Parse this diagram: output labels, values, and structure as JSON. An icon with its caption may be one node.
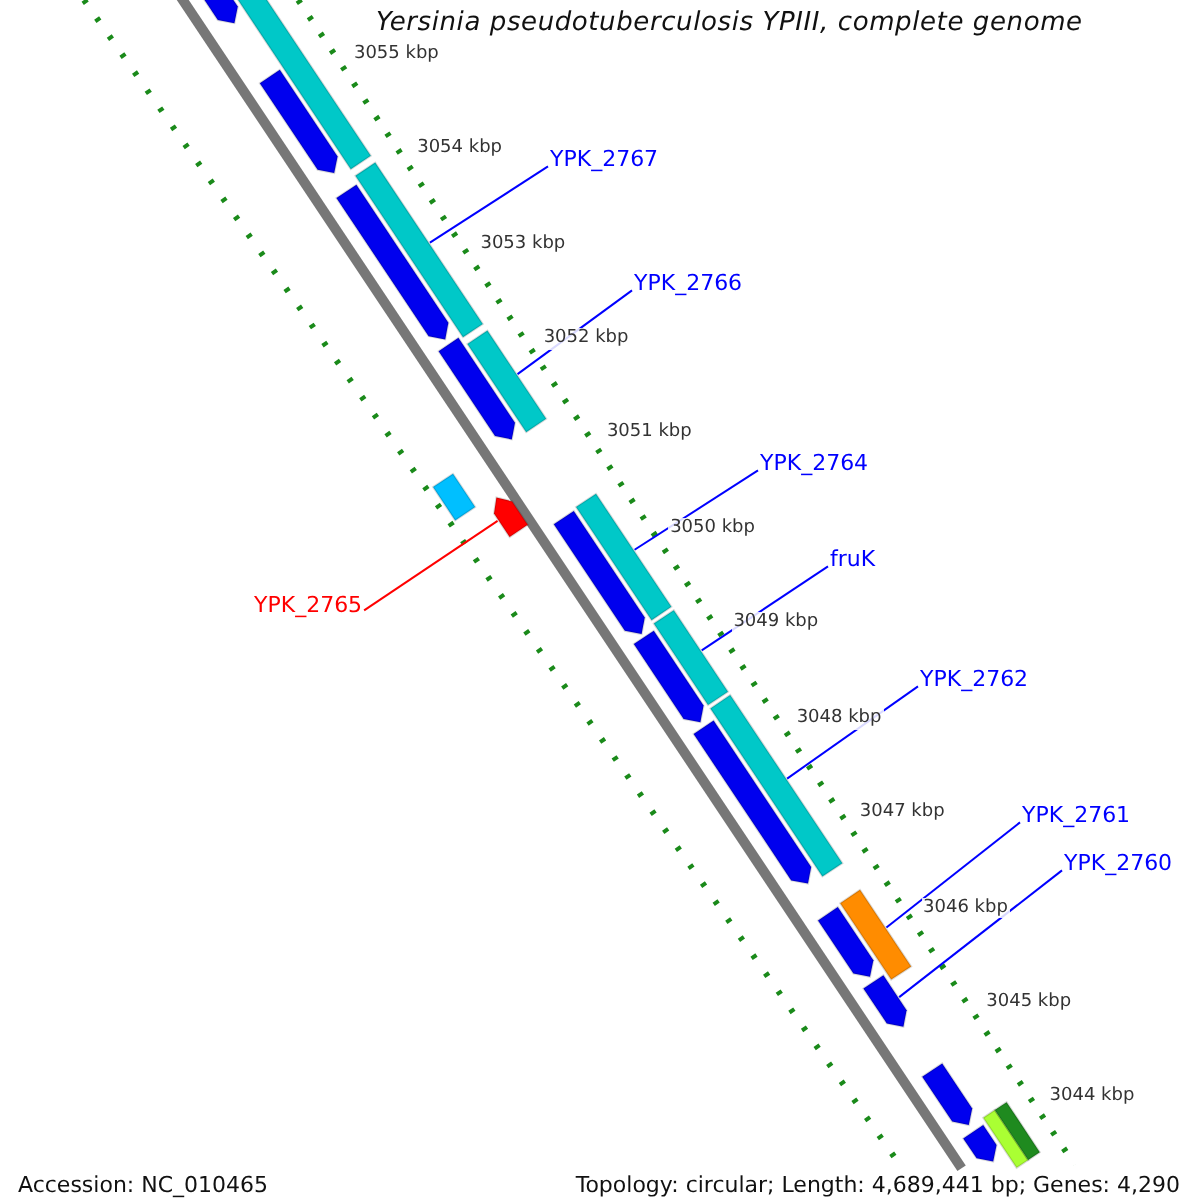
{
  "diagram": {
    "title": "Yersinia pseudotuberculosis YPIII, complete genome",
    "nodes": [
      {
        "text": [
          "YPK_2767"
        ]
      },
      {
        "text": [],
        "shape": "box"
      },
      {
        "text": [
          "YPK_2766"
        ]
      },
      {
        "text": [],
        "shape": "box"
      },
      {
        "text": [
          "YPK_2764"
        ]
      },
      {
        "text": [],
        "shape": "box"
      },
      {
        "text": [
          "fruK"
        ]
      },
      {
        "text": [],
        "shape": "box"
      },
      {
        "text": [
          "YPK_2765"
        ]
      },
      {
        "text": [],
        "shape": "arrow"
      },
      {
        "text": [
          "YPK_2762"
        ]
      },
      {
        "text": [],
        "shape": "box"
      },
      {
        "text": [
          "YPK_2761"
        ]
      },
      {
        "text": [],
        "shape": "box"
      },
      {
        "text": [
          "YPK_2760"
        ]
      },
      {
        "text": [],
        "shape": "arrow"
      },
      {
        "text": [],
        "shape": "arrow"
      },
      {
        "text": [],
        "shape": "box"
      },
      {
        "text": [],
        "shape": "arrow"
      },
      {
        "text": [],
        "shape": "arrow"
      },
      {
        "text": [],
        "shape": "arrow"
      },
      {
        "text": [],
        "shape": "box"
      },
      {
        "text": [],
        "shape": "arrow"
      },
      {
        "text": [],
        "shape": "arrow"
      },
      {
        "text": [],
        "shape": "arrow"
      },
      {
        "text": [],
        "shape": "arrow"
      },
      {
        "text": [],
        "shape": "arrow"
      },
      {
        "text": [],
        "shape": "arrow"
      },
      {
        "text": [],
        "shape": "box"
      },
      {
        "text": [],
        "shape": "box"
      }
    ],
    "edges": [
      {
        "from": 0,
        "to": 1,
        "arrow": "none"
      },
      {
        "from": 2,
        "to": 3,
        "arrow": "none"
      },
      {
        "from": 4,
        "to": 5,
        "arrow": "none"
      },
      {
        "from": 6,
        "to": 7,
        "arrow": "none"
      },
      {
        "from": 8,
        "to": 9,
        "arrow": "none",
        "color": "#ff0000"
      },
      {
        "from": 10,
        "to": 11,
        "arrow": "none"
      },
      {
        "from": 12,
        "to": 13,
        "arrow": "none"
      },
      {
        "from": 14,
        "to": 15,
        "arrow": "none"
      }
    ],
    "labels": [
      "3055 kbp",
      "3054 kbp",
      "3053 kbp",
      "3052 kbp",
      "3051 kbp",
      "3050 kbp",
      "3049 kbp",
      "3048 kbp",
      "3047 kbp",
      "3046 kbp",
      "3045 kbp",
      "3044 kbp",
      "Accession: NC_010465",
      "Topology: circular; Length: 4,689,441 bp; Genes: 4,290"
    ]
  }
}
